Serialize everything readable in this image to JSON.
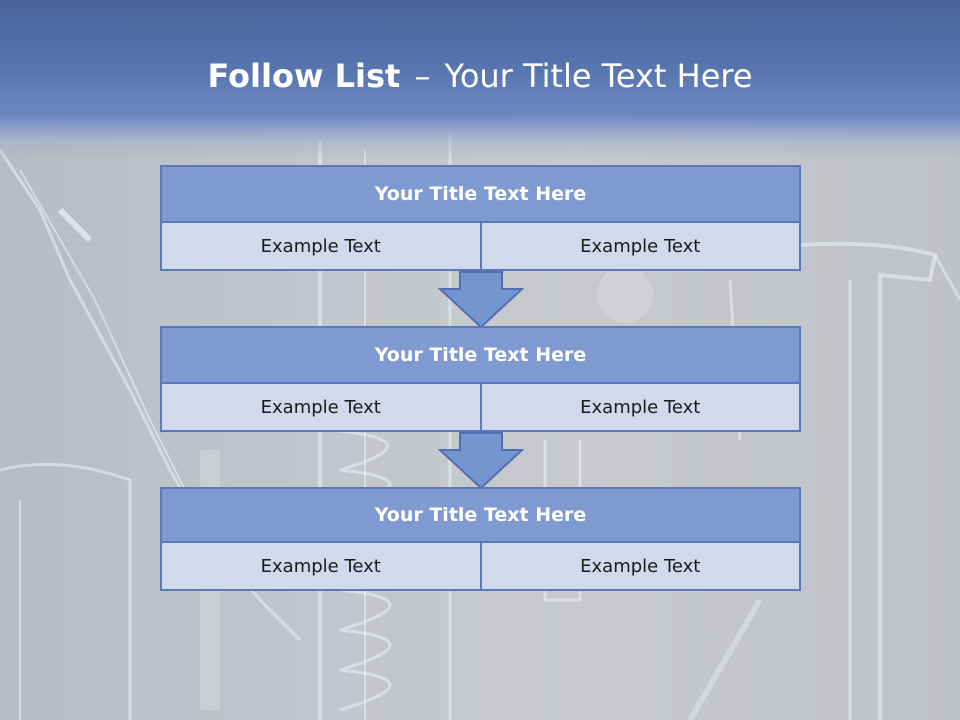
{
  "slide": {
    "title_bold": "Follow List",
    "title_dash": "–",
    "title_rest": "Your Title Text Here"
  },
  "steps": [
    {
      "title": "Your Title Text Here",
      "cells": [
        "Example Text",
        "Example Text"
      ]
    },
    {
      "title": "Your Title Text Here",
      "cells": [
        "Example Text",
        "Example Text"
      ]
    },
    {
      "title": "Your Title Text Here",
      "cells": [
        "Example Text",
        "Example Text"
      ]
    }
  ],
  "colors": {
    "header_blue": "#5673ae",
    "box_title_fill": "#7e9ad0",
    "box_border": "#5a79b8",
    "cell_fill": "#d3d9ed",
    "arrow_fill": "#7595d0"
  },
  "background_image": "laboratory-glassware-photo"
}
